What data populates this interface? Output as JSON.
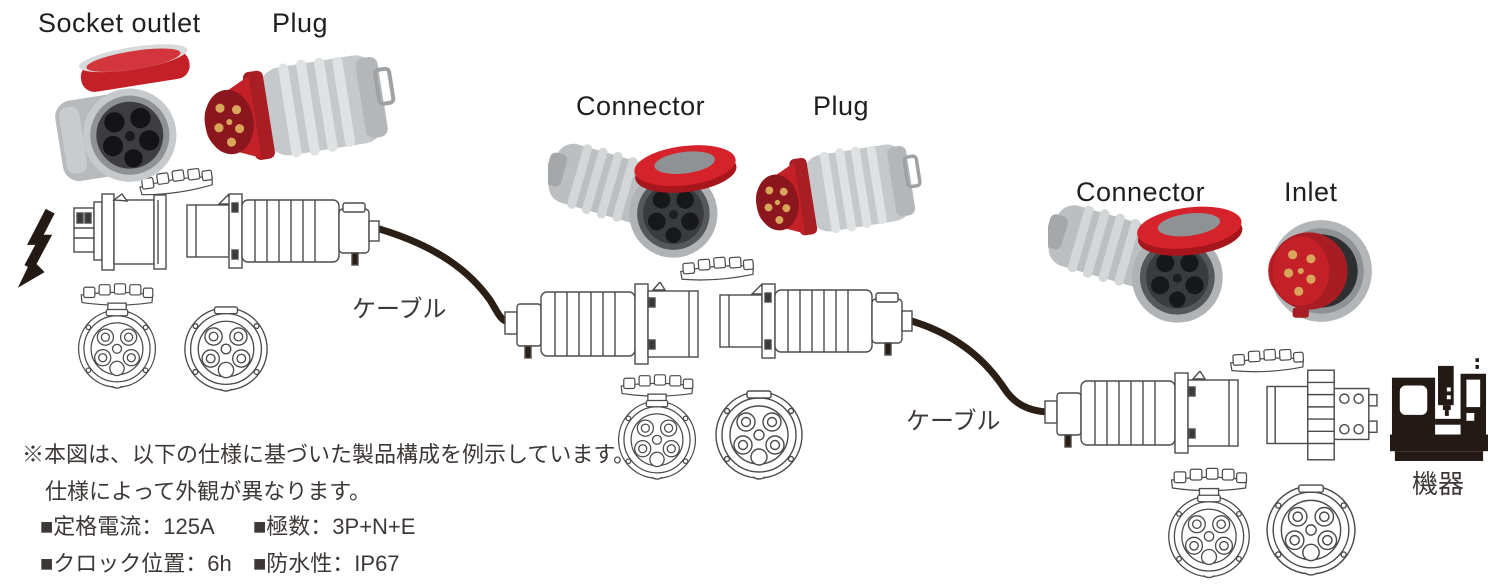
{
  "header_labels": {
    "socket_outlet": "Socket outlet",
    "plug_left": "Plug",
    "connector_mid": "Connector",
    "plug_mid": "Plug",
    "connector_right": "Connector",
    "inlet": "Inlet"
  },
  "flow_labels": {
    "cable_1": "ケーブル",
    "cable_2": "ケーブル",
    "equipment": "機器"
  },
  "notes": [
    "※本図は、以下の仕様に基づいた製品構成を例示しています。",
    "仕様によって外観が異なります。"
  ],
  "specs": [
    "■定格電流：125A",
    "■極数：3P+N+E",
    "■クロック位置：6h",
    "■防水性：IP67"
  ],
  "colors": {
    "accent_red": "#c32028",
    "accent_red_dark": "#8e1a20",
    "body_gray": "#bcbfc1",
    "face_dark": "#3d3d40",
    "pin_gold": "#d9a45c",
    "line_art": "#4b4b4d",
    "cable_black": "#2b1e14",
    "icon_black": "#241a15",
    "text_dark": "#3d3836"
  }
}
